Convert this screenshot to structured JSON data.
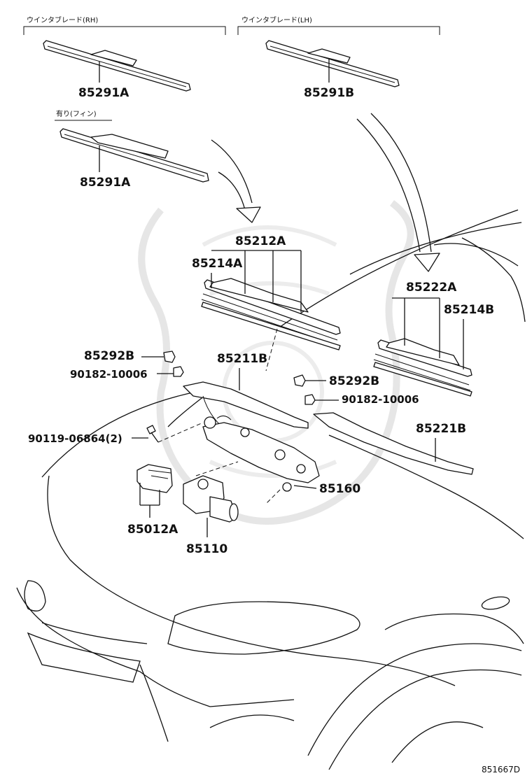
{
  "headers": {
    "rh": "ウインタブレード(RH)",
    "lh": "ウインタブレード(LH)",
    "fin": "有り(フィン)"
  },
  "parts": {
    "p85291A_top": "85291A",
    "p85291B": "85291B",
    "p85291A_fin": "85291A",
    "p85212A": "85212A",
    "p85214A": "85214A",
    "p85222A": "85222A",
    "p85214B": "85214B",
    "p85292B_left": "85292B",
    "p90182_left": "90182-10006",
    "p85211B": "85211B",
    "p85292B_right": "85292B",
    "p90182_right": "90182-10006",
    "p90119": "90119-06864(2)",
    "p85221B": "85221B",
    "p85160": "85160",
    "p85012A": "85012A",
    "p85110": "85110"
  },
  "diagram_code": "851667D"
}
